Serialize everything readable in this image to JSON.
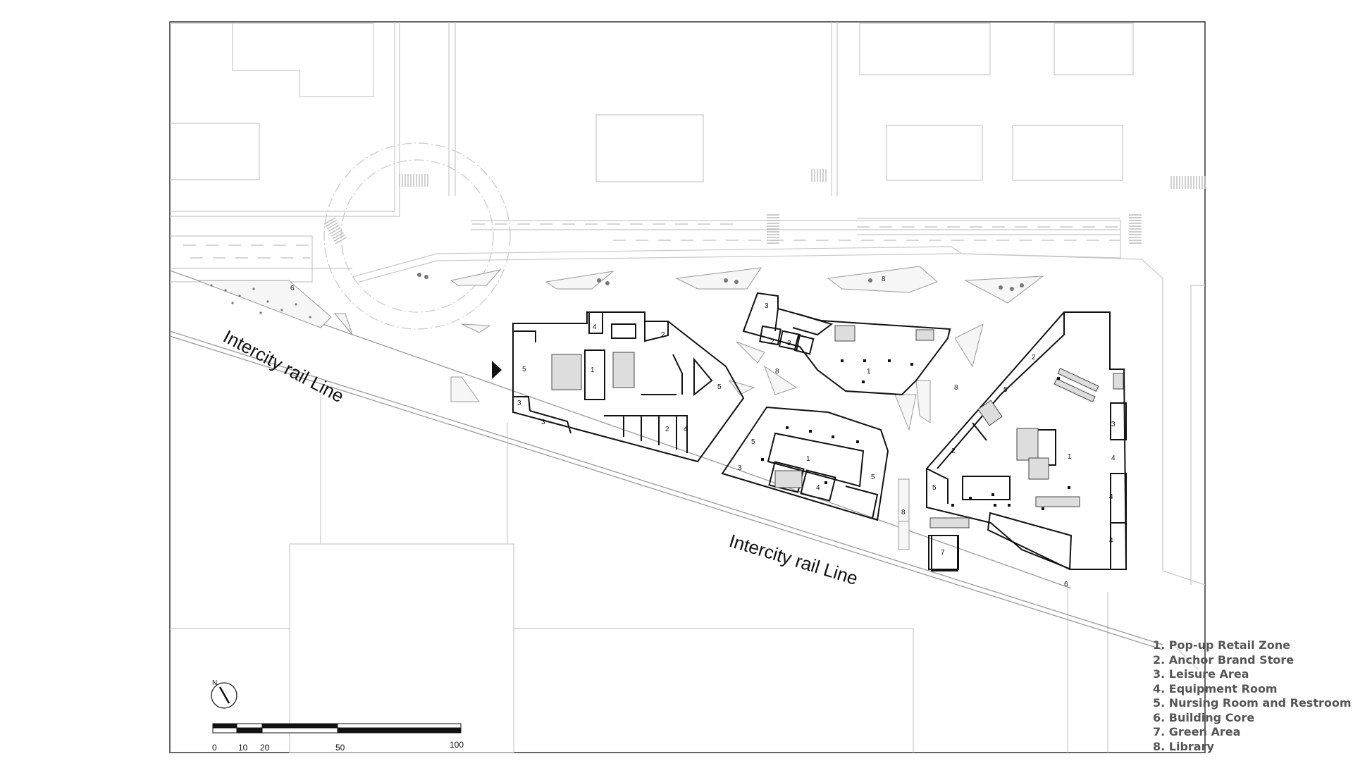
{
  "rail_labels": [
    "Intercity rail Line",
    "Intercity rail Line"
  ],
  "legend": [
    "1. Pop-up Retail Zone",
    "2. Anchor Brand Store",
    "3. Leisure Area",
    "4. Equipment Room",
    "5. Nursing Room and Restroom",
    "6. Building Core",
    "7. Green Area",
    "8. Library"
  ],
  "scale_bar": {
    "ticks": [
      "0",
      "10",
      "20",
      "50",
      "100"
    ]
  },
  "north_label": "N",
  "room_numbers": {
    "a": [
      "5",
      "4",
      "2",
      "1",
      "5",
      "3",
      "3",
      "2",
      "4"
    ],
    "b": [
      "3",
      "2",
      "3",
      "1",
      "8"
    ],
    "c": [
      "5",
      "1",
      "3",
      "4",
      "5"
    ],
    "d": [
      "2",
      "5",
      "1",
      "2",
      "3",
      "4",
      "5",
      "4",
      "4",
      "7",
      "6",
      "8",
      "8",
      "8",
      "6"
    ]
  }
}
